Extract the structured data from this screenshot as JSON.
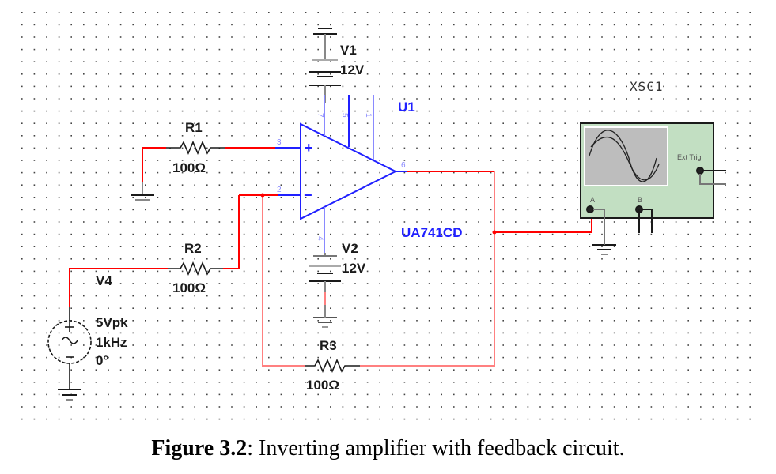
{
  "figure": {
    "caption_label": "Figure 3.2",
    "caption_text": ": Inverting amplifier with feedback circuit."
  },
  "components": {
    "r1": {
      "name": "R1",
      "value": "100Ω"
    },
    "r2": {
      "name": "R2",
      "value": "100Ω"
    },
    "r3": {
      "name": "R3",
      "value": "100Ω"
    },
    "v1": {
      "name": "V1",
      "value": "12V"
    },
    "v2": {
      "name": "V2",
      "value": "12V"
    },
    "v4": {
      "name": "V4",
      "amplitude": "5Vpk",
      "frequency": "1kHz",
      "phase": "0°"
    },
    "u1": {
      "name": "U1",
      "model": "UA741CD",
      "pins": {
        "p7": "7",
        "p5": "5",
        "p1": "1",
        "p3": "3",
        "p2": "2",
        "p6": "6",
        "p4": "4"
      },
      "plus": "+",
      "minus": "−"
    },
    "xsc1": {
      "name": "XSC1",
      "channel_a": "A",
      "channel_b": "B",
      "ext_trig": "Ext Trig"
    }
  },
  "colors": {
    "wire": "#ff0000",
    "wire_light": "#ff8080",
    "opamp": "#2020ff",
    "scope_body": "#c2dfc2",
    "scope_screen": "#bdbdbd",
    "component": "#1a1a1a",
    "grid_dot": "#000000"
  }
}
